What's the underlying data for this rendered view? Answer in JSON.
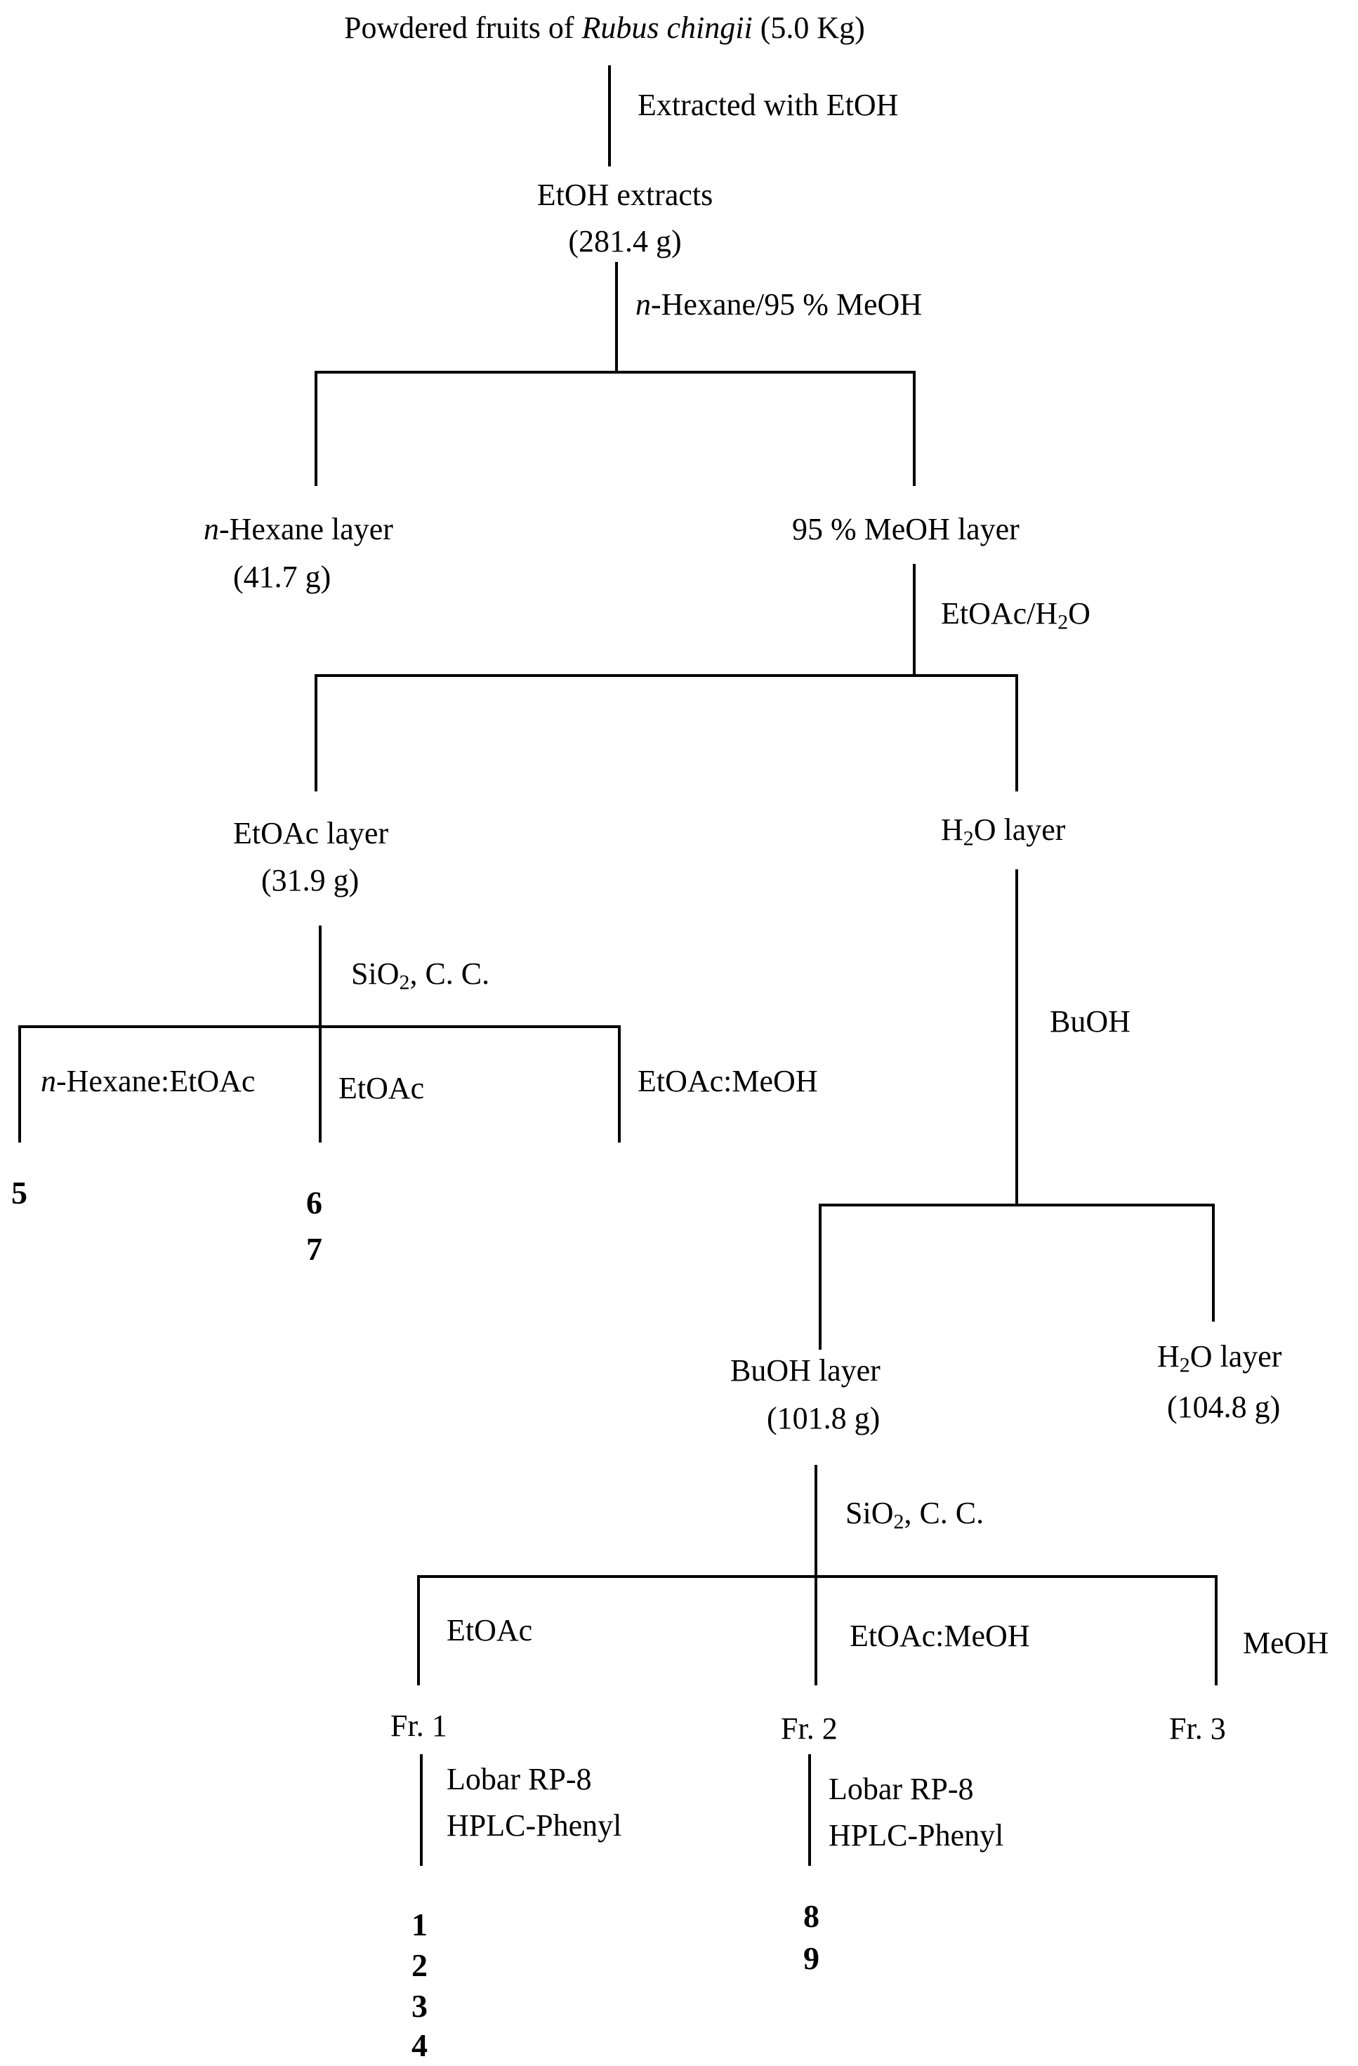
{
  "start": {
    "prefix": "Powdered fruits of ",
    "species": "Rubus chingii",
    "mass": " (5.0 Kg)"
  },
  "step_extract": "Extracted with EtOH",
  "etoh_extract": {
    "name": "EtOH extracts",
    "mass": "(281.4 g)"
  },
  "partition_1": {
    "italic": "n",
    "rest": "-Hexane/95 % MeOH"
  },
  "hexane_layer": {
    "italic": "n",
    "name": "-Hexane layer",
    "mass": "(41.7 g)"
  },
  "meoh_layer": "95 % MeOH layer",
  "partition_2": {
    "pre": "EtOAc/H",
    "sub": "2",
    "post": "O"
  },
  "etoac_layer": {
    "name": "EtOAc layer",
    "mass": "(31.9 g)"
  },
  "h2o_layer_1": {
    "pre": "H",
    "sub": "2",
    "post": "O layer"
  },
  "cc_1": {
    "pre": "SiO",
    "sub": "2",
    "post": ", C. C."
  },
  "eluent_hex": {
    "italic": "n",
    "rest": "-Hexane:EtOAc"
  },
  "eluent_etoac_1": "EtOAc",
  "eluent_etoac_meoh_1": "EtOAc:MeOH",
  "compounds_a": [
    "5"
  ],
  "compounds_b": [
    "6",
    "7"
  ],
  "step_buoh": "BuOH",
  "buoh_layer": {
    "name": "BuOH layer",
    "mass": "(101.8 g)"
  },
  "h2o_layer_2": {
    "pre": "H",
    "sub": "2",
    "post": "O layer",
    "mass": "(104.8 g)"
  },
  "cc_2": {
    "pre": "SiO",
    "sub": "2",
    "post": ", C. C."
  },
  "eluent_etoac_2": "EtOAc",
  "eluent_etoac_meoh_2": "EtOAc:MeOH",
  "eluent_meoh": "MeOH",
  "fractions": [
    "Fr. 1",
    "Fr. 2",
    "Fr. 3"
  ],
  "purification": [
    "Lobar RP-8",
    "HPLC-Phenyl"
  ],
  "compounds_c": [
    "1",
    "2",
    "3",
    "4"
  ],
  "compounds_d": [
    "8",
    "9"
  ]
}
